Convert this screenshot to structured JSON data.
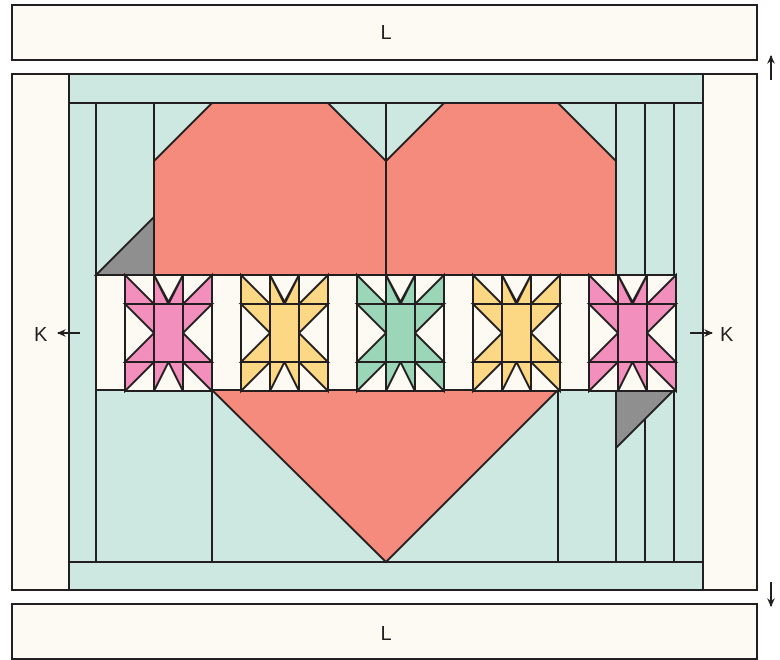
{
  "labels": {
    "border_top": "L",
    "border_bottom": "L",
    "side_left": "K",
    "side_right": "K"
  },
  "colors": {
    "outline": "#231f20",
    "cream": "#fcfaf3",
    "mint": "#cce8e0",
    "coral": "#f58b7d",
    "gray": "#8f8f8f",
    "pink": "#f28fbd",
    "yellow": "#fcd784",
    "green": "#9cd6b8"
  },
  "star_row": {
    "star_colors": [
      "pink",
      "yellow",
      "green",
      "yellow",
      "pink"
    ]
  }
}
